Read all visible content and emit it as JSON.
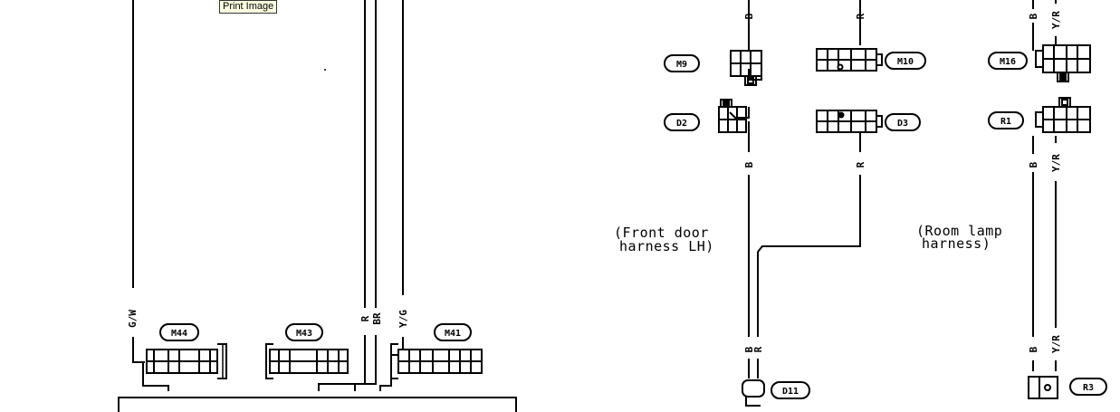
{
  "tooltip": "Print Image",
  "connectors": {
    "m9": "M9",
    "m10": "M10",
    "m16": "M16",
    "d2": "D2",
    "d3": "D3",
    "r1": "R1",
    "d11": "D11",
    "r3": "R3",
    "m44": "M44",
    "m43": "M43",
    "m41": "M41"
  },
  "wires": {
    "b": "B",
    "r": "R",
    "br": "BR",
    "yr": "Y/R",
    "gw": "G/W",
    "yg": "Y/G"
  },
  "notes": {
    "front_door_1": "(Front door",
    "front_door_2": "harness LH)",
    "room_lamp_1": "(Room lamp",
    "room_lamp_2": "harness)"
  }
}
